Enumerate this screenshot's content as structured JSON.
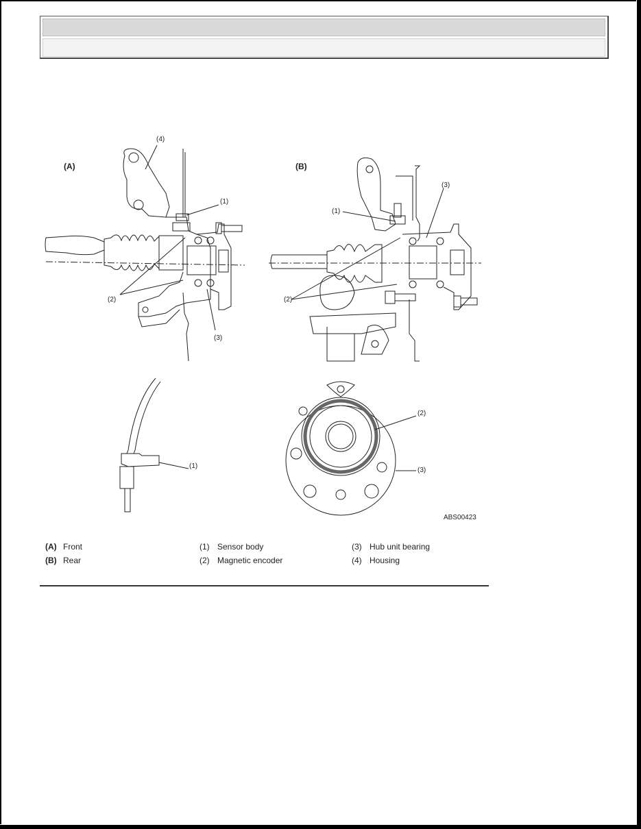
{
  "header": {
    "row1_text": "",
    "row2_text": ""
  },
  "figure": {
    "id": "ABS00423",
    "view_labels": {
      "front": "(A)",
      "rear": "(B)"
    },
    "callouts": {
      "front": [
        "(4)",
        "(1)",
        "(2)",
        "(3)"
      ],
      "rear": [
        "(3)",
        "(1)",
        "(2)"
      ],
      "sensor": [
        "(1)"
      ],
      "hub": [
        "(2)",
        "(3)"
      ]
    }
  },
  "legend": [
    {
      "key": "(A)",
      "label": "Front",
      "bold": true
    },
    {
      "key": "(B)",
      "label": "Rear",
      "bold": true
    },
    {
      "key": "(1)",
      "label": "Sensor body",
      "bold": false
    },
    {
      "key": "(2)",
      "label": "Magnetic encoder",
      "bold": false
    },
    {
      "key": "(3)",
      "label": "Hub unit bearing",
      "bold": false
    },
    {
      "key": "(4)",
      "label": "Housing",
      "bold": false
    }
  ]
}
